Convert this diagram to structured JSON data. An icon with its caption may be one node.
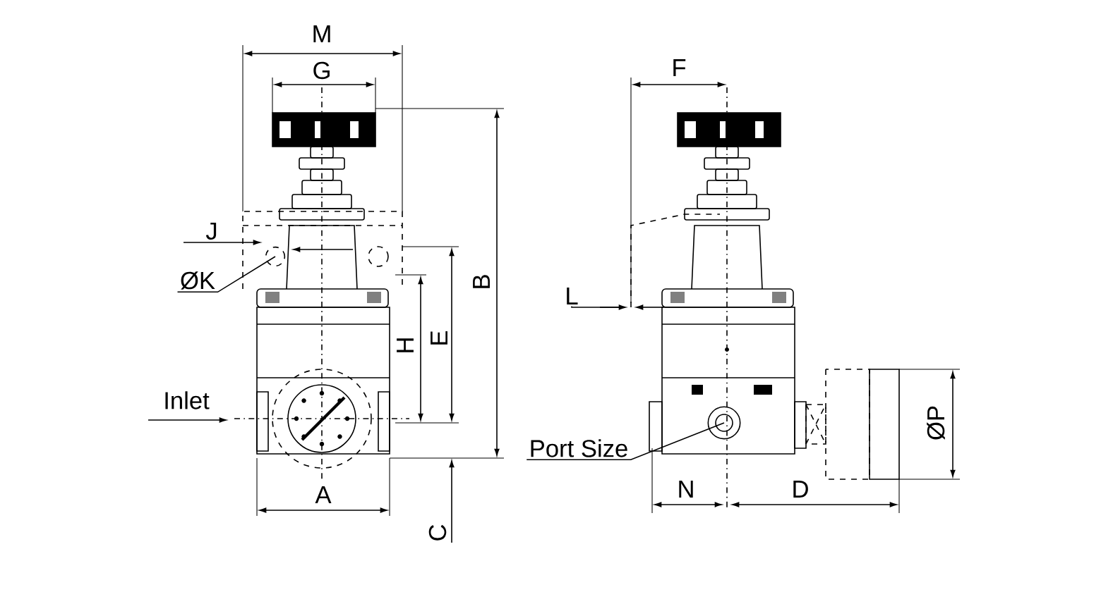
{
  "diagram": {
    "nodes": [
      {
        "text": [
          "ØK"
        ]
      },
      {
        "text": [],
        "shape": "circle"
      },
      {
        "text": [
          "Port Size"
        ]
      },
      {
        "text": [],
        "shape": "circle"
      }
    ],
    "edges": [
      {
        "from": 0,
        "to": 1,
        "arrow": "none"
      },
      {
        "from": 2,
        "to": 3,
        "arrow": "none"
      }
    ],
    "labels": [
      "M",
      "G",
      "J",
      "B",
      "H",
      "E",
      "Inlet",
      "A",
      "C",
      "F",
      "L",
      "N",
      "D",
      "ØP"
    ]
  }
}
